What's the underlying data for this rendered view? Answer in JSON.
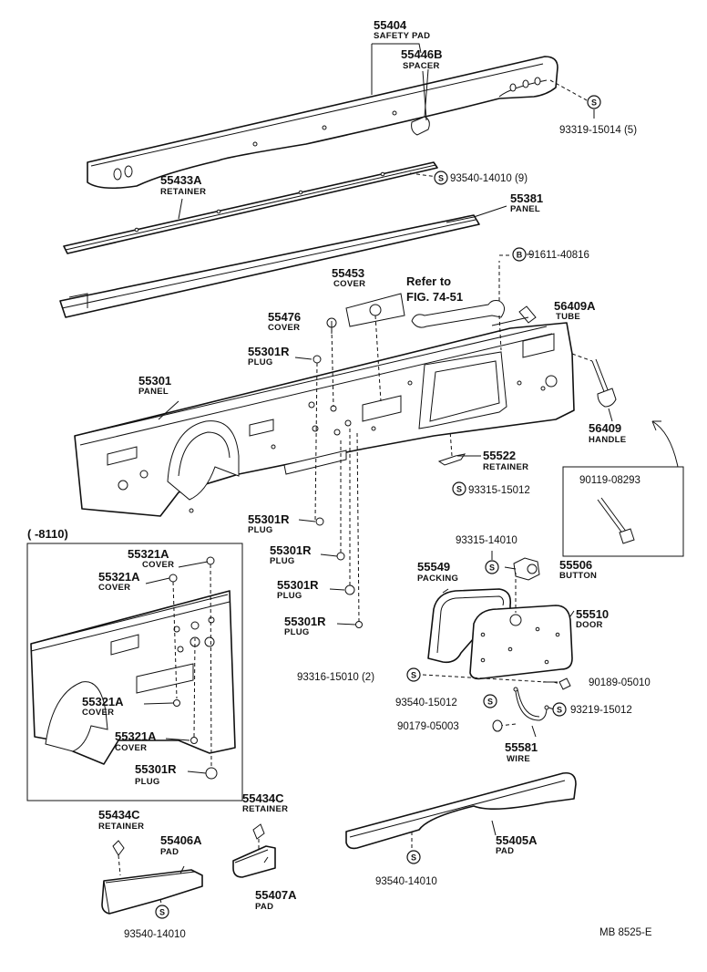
{
  "labels": {
    "l55404": "55404",
    "l55404_name": "SAFETY PAD",
    "l55446B": "55446B",
    "l55446B_name": "SPACER",
    "l93319": "93319-15014 (5)",
    "l55433A": "55433A",
    "l55433A_name": "RETAINER",
    "l93540a": "93540-14010 (9)",
    "l55381": "55381",
    "l55381_name": "PANEL",
    "l91611": "91611-40816",
    "l55453": "55453",
    "l55453_name": "COVER",
    "lref1": "Refer to",
    "lref2": "FIG. 74-51",
    "l56409A": "56409A",
    "l56409A_name": "TUBE",
    "l55476": "55476",
    "l55476_name": "COVER",
    "l55301Ra": "55301R",
    "l55301Ra_name": "PLUG",
    "l55301": "55301",
    "l55301_name": "PANEL",
    "l56409": "56409",
    "l56409_name": "HANDLE",
    "l55522": "55522",
    "l55522_name": "RETAINER",
    "l93315a": "93315-15012",
    "l90119": "90119-08293",
    "l55301Rb": "55301R",
    "l55301Rb_name": "PLUG",
    "lrange": "(      -8110)",
    "l55321Aa": "55321A",
    "l55321Aa_name": "COVER",
    "l55321Ab": "55321A",
    "l55321Ab_name": "COVER",
    "l55301Rc": "55301R",
    "l55301Rc_name": "PLUG",
    "l55301Rd": "55301R",
    "l55301Rd_name": "PLUG",
    "l55301Re": "55301R",
    "l55301Re_name": "PLUG",
    "l93315b": "93315-14010",
    "l55549": "55549",
    "l55549_name": "PACKING",
    "l55506": "55506",
    "l55506_name": "BUTTON",
    "l55510": "55510",
    "l55510_name": "DOOR",
    "l93316": "93316-15010 (2)",
    "l90189": "90189-05010",
    "l93540b": "93540-15012",
    "l93219": "93219-15012",
    "l90179": "90179-05003",
    "l55581": "55581",
    "l55581_name": "WIRE",
    "l55321Ac": "55321A",
    "l55321Ac_name": "COVER",
    "l55321Ad": "55321A",
    "l55321Ad_name": "COVER",
    "l55301Rf": "55301R",
    "l55301Rf_name": "PLUG",
    "l55434Ca": "55434C",
    "l55434Ca_name": "RETAINER",
    "l55434Cb": "55434C",
    "l55434Cb_name": "RETAINER",
    "l55406A": "55406A",
    "l55406A_name": "PAD",
    "l55405A": "55405A",
    "l55405A_name": "PAD",
    "l55407A": "55407A",
    "l55407A_name": "PAD",
    "l93540c": "93540-14010",
    "l93540d": "93540-14010",
    "lcode": "MB  8525-E"
  },
  "symbols": {
    "screw": "S",
    "bolt": "B"
  }
}
